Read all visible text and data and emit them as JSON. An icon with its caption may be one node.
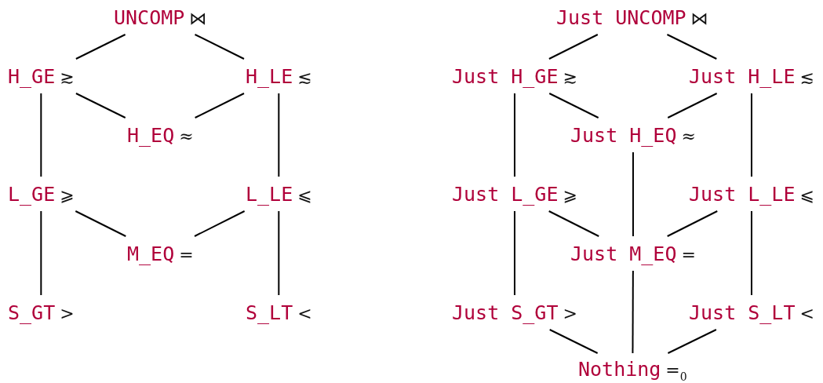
{
  "diagram": {
    "nodes": [
      {
        "text": [
          "UNCOMP",
          "⋈"
        ]
      },
      {
        "text": [
          "H_GE",
          "≳"
        ]
      },
      {
        "text": [
          "H_LE",
          "≲"
        ]
      },
      {
        "text": [
          "H_EQ",
          "≈"
        ]
      },
      {
        "text": [
          "L_GE",
          "⩾"
        ]
      },
      {
        "text": [
          "L_LE",
          "⩽"
        ]
      },
      {
        "text": [
          "M_EQ",
          "="
        ]
      },
      {
        "text": [
          "S_GT",
          ">"
        ]
      },
      {
        "text": [
          "S_LT",
          "<"
        ]
      },
      {
        "text": [
          "Just UNCOMP",
          "⋈"
        ]
      },
      {
        "text": [
          "Just H_GE",
          "≳"
        ]
      },
      {
        "text": [
          "Just H_LE",
          "≲"
        ]
      },
      {
        "text": [
          "Just H_EQ",
          "≈"
        ]
      },
      {
        "text": [
          "Just L_GE",
          "⩾"
        ]
      },
      {
        "text": [
          "Just L_LE",
          "⩽"
        ]
      },
      {
        "text": [
          "Just M_EQ",
          "="
        ]
      },
      {
        "text": [
          "Just S_GT",
          ">"
        ]
      },
      {
        "text": [
          "Just S_LT",
          "<"
        ]
      },
      {
        "text": [
          "Nothing",
          "=$_{0}$"
        ]
      }
    ],
    "edges": [
      {
        "from": 0,
        "to": 1,
        "arrow": "none"
      },
      {
        "from": 0,
        "to": 2,
        "arrow": "none"
      },
      {
        "from": 1,
        "to": 3,
        "arrow": "none"
      },
      {
        "from": 2,
        "to": 3,
        "arrow": "none"
      },
      {
        "from": 1,
        "to": 4,
        "arrow": "none"
      },
      {
        "from": 2,
        "to": 5,
        "arrow": "none"
      },
      {
        "from": 4,
        "to": 6,
        "arrow": "none"
      },
      {
        "from": 5,
        "to": 6,
        "arrow": "none"
      },
      {
        "from": 4,
        "to": 7,
        "arrow": "none"
      },
      {
        "from": 5,
        "to": 8,
        "arrow": "none"
      },
      {
        "from": 9,
        "to": 10,
        "arrow": "none"
      },
      {
        "from": 9,
        "to": 11,
        "arrow": "none"
      },
      {
        "from": 10,
        "to": 12,
        "arrow": "none"
      },
      {
        "from": 11,
        "to": 12,
        "arrow": "none"
      },
      {
        "from": 10,
        "to": 13,
        "arrow": "none"
      },
      {
        "from": 11,
        "to": 14,
        "arrow": "none"
      },
      {
        "from": 12,
        "to": 15,
        "arrow": "none"
      },
      {
        "from": 13,
        "to": 15,
        "arrow": "none"
      },
      {
        "from": 14,
        "to": 15,
        "arrow": "none"
      },
      {
        "from": 13,
        "to": 16,
        "arrow": "none"
      },
      {
        "from": 14,
        "to": 17,
        "arrow": "none"
      },
      {
        "from": 16,
        "to": 18,
        "arrow": "none"
      },
      {
        "from": 15,
        "to": 18,
        "arrow": "none"
      },
      {
        "from": 17,
        "to": 18,
        "arrow": "none"
      }
    ]
  }
}
